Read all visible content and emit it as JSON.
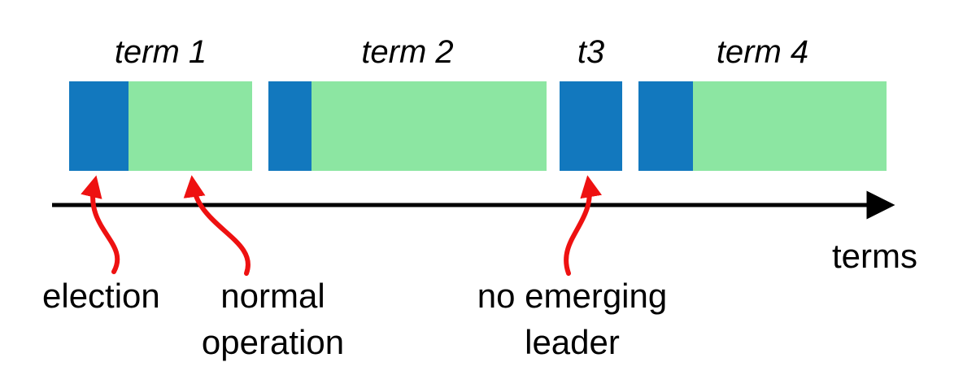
{
  "diagram": {
    "term_labels": [
      {
        "label": "term 1"
      },
      {
        "label": "term 2"
      },
      {
        "label": "t3"
      },
      {
        "label": "term 4"
      }
    ],
    "axis": {
      "label": "terms"
    },
    "annotations": {
      "election": "election",
      "normal_operation_line1": "normal",
      "normal_operation_line2": "operation",
      "no_leader_line1": "no emerging",
      "no_leader_line2": "leader"
    },
    "colors": {
      "election_blue": "#1278be",
      "normal_operation_green": "#8ce6a2",
      "annotation_arrow_red": "#ee1111",
      "axis_black": "#000000"
    }
  }
}
